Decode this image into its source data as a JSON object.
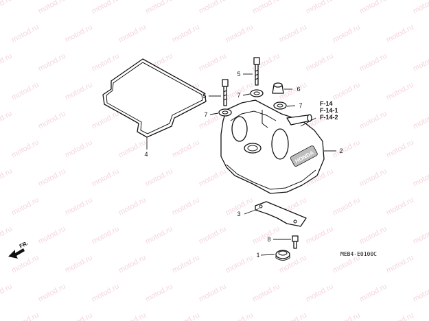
{
  "watermark": "motod.ru",
  "callouts": [
    {
      "id": "c1",
      "label": "1"
    },
    {
      "id": "c2",
      "label": "2"
    },
    {
      "id": "c3",
      "label": "3"
    },
    {
      "id": "c4",
      "label": "4"
    },
    {
      "id": "c5a",
      "label": "5"
    },
    {
      "id": "c5b",
      "label": "5"
    },
    {
      "id": "c6",
      "label": "6"
    },
    {
      "id": "c7a",
      "label": "7"
    },
    {
      "id": "c7b",
      "label": "7"
    },
    {
      "id": "c7c",
      "label": "7"
    },
    {
      "id": "c8",
      "label": "8"
    }
  ],
  "references": [
    "F-14",
    "F-14-1",
    "F-14-2"
  ],
  "front_indicator": "FR.",
  "cover_logo": "HONDA",
  "diagram_code": "MEB4-E0100C"
}
